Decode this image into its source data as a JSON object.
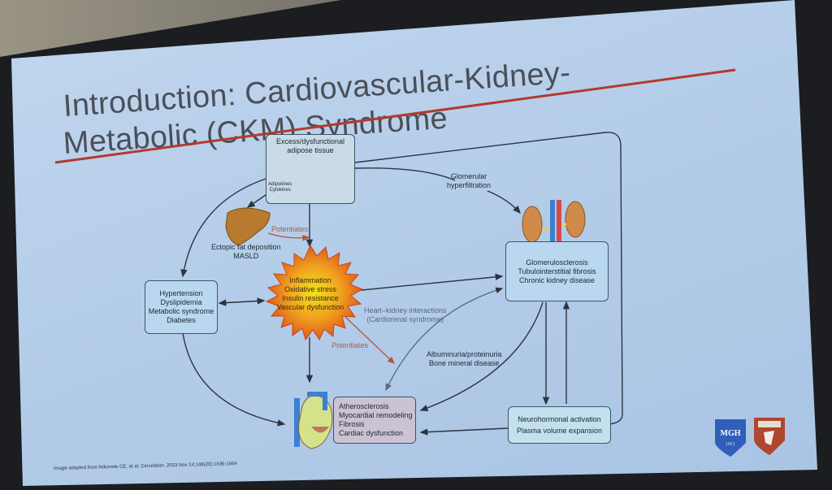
{
  "slide": {
    "title_line1": "Introduction: Cardiovascular-Kidney-",
    "title_line2": "Metabolic (CKM) Syndrome",
    "citation": "Image adapted from Ndumele CE, et al. Circulation. 2023 Nov 14;148(20):1636-1664",
    "accent_color": "#b23a2e"
  },
  "diagram": {
    "adipose": {
      "title": [
        "Excess/dysfunctional",
        "adipose tissue"
      ],
      "sub": [
        "Adipokines",
        "Cytokines"
      ]
    },
    "liver": [
      "Ectopic fat deposition",
      "MASLD"
    ],
    "potentiates_1": "Potentiates",
    "potentiates_2": "Potentiates",
    "glomerular": [
      "Glomerular",
      "hyperfiltration"
    ],
    "inflammation": [
      "Inflammation",
      "Oxidative stress",
      "Insulin resistance",
      "Vascular dysfunction"
    ],
    "metabolic": [
      "Hypertension",
      "Dyslipidemia",
      "Metabolic syndrome",
      "Diabetes"
    ],
    "kidney_disease": [
      "Glomerulosclerosis",
      "Tubulointerstitial fibrosis",
      "Chronic kidney disease"
    ],
    "heart_kidney": [
      "Heart–kidney interactions",
      "(Cardiorenal syndrome)"
    ],
    "albuminuria": [
      "Albuminuria/proteinuria",
      "Bone mineral disease"
    ],
    "cardiac": [
      "Atherosclerosis",
      "Myocardial remodeling",
      "Fibrosis",
      "Cardiac dysfunction"
    ],
    "neurohormonal": [
      "Neurohormonal activation",
      "Plasma volume expansion"
    ]
  },
  "logos": {
    "mgh": "MGH",
    "mgh_year": "1811",
    "harvard": "Harvard shield"
  }
}
